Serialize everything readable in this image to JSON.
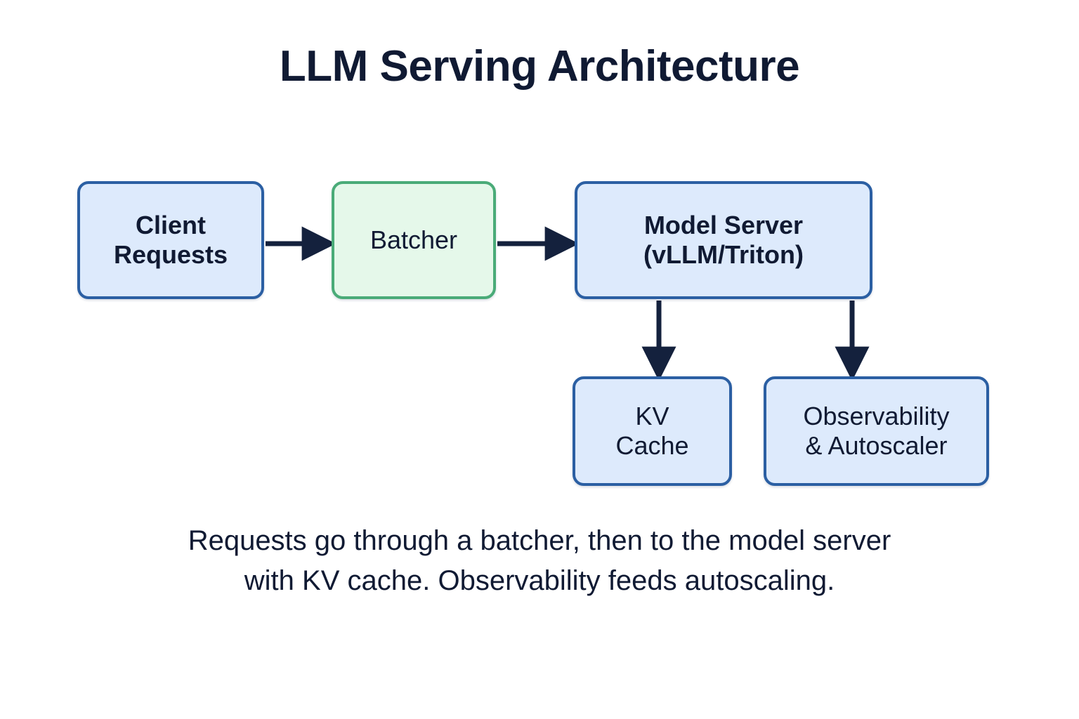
{
  "title": "LLM Serving Architecture",
  "caption": "Requests go through a batcher, then to the model server\nwith KV cache. Observability feeds autoscaling.",
  "colors": {
    "background": "#ffffff",
    "text": "#101a33",
    "blue_fill": "#ddeafc",
    "blue_stroke": "#2b5fa3",
    "green_fill": "#e5f8ea",
    "green_stroke": "#4aab78",
    "arrow": "#14213d"
  },
  "diagram": {
    "type": "flowchart",
    "nodes": [
      {
        "id": "client",
        "label": "Client\nRequests",
        "style": "blue",
        "row": "top"
      },
      {
        "id": "batcher",
        "label": "Batcher",
        "style": "green",
        "row": "top"
      },
      {
        "id": "server",
        "label": "Model Server\n(vLLM/Triton)",
        "style": "blue",
        "row": "top"
      },
      {
        "id": "kv",
        "label": "KV\nCache",
        "style": "blue",
        "row": "bottom"
      },
      {
        "id": "observ",
        "label": "Observability\n& Autoscaler",
        "style": "blue",
        "row": "bottom"
      }
    ],
    "edges": [
      {
        "from": "client",
        "to": "batcher",
        "direction": "right"
      },
      {
        "from": "batcher",
        "to": "server",
        "direction": "right"
      },
      {
        "from": "server",
        "to": "kv",
        "direction": "down"
      },
      {
        "from": "server",
        "to": "observ",
        "direction": "down"
      }
    ]
  }
}
